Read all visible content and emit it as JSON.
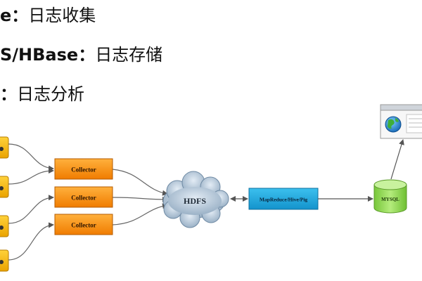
{
  "header_lines": [
    {
      "head": "e：",
      "tail": "日志收集"
    },
    {
      "head": "S/HBase：",
      "tail": "日志存储"
    },
    {
      "head": "：",
      "tail": "日志分析"
    }
  ],
  "diagram": {
    "collectors": [
      "Collector",
      "Collector",
      "Collector"
    ],
    "storage": "HDFS",
    "processing": "MapReduce/Hive/Pig",
    "database": "MYSQL",
    "colors": {
      "source": "#f2b400",
      "collector": "#f5870f",
      "cloud": "#9cb3c9",
      "processing": "#1fa2d8",
      "database": "#8ed34f",
      "arrow": "#555555"
    },
    "icons": [
      "source-node-icon",
      "cloud-icon",
      "database-cylinder-icon",
      "browser-window-icon",
      "globe-icon"
    ]
  }
}
